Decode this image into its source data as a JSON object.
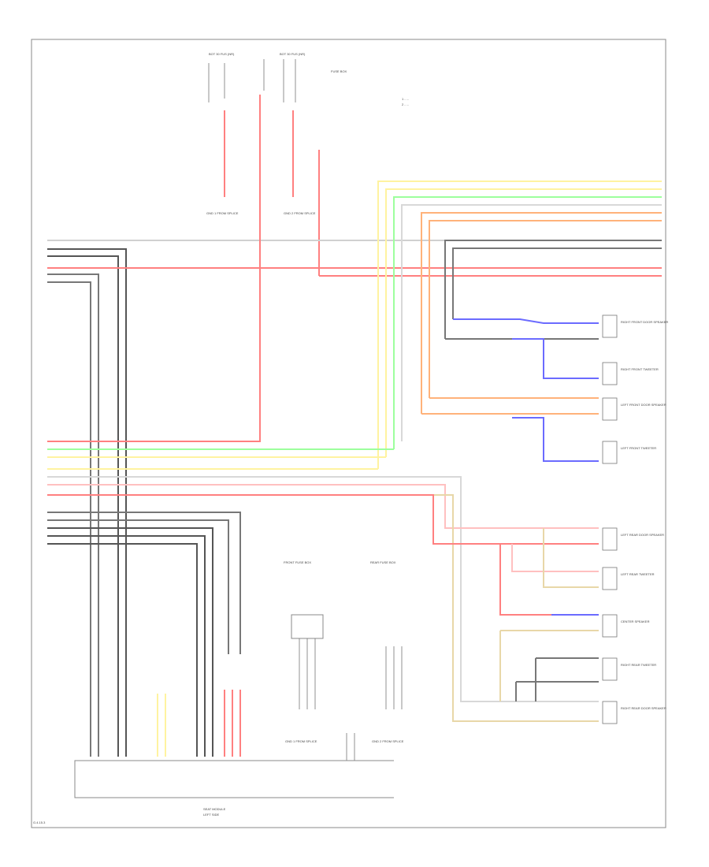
{
  "colors": {
    "red": "#ff8080",
    "yellow": "#fff3a0",
    "green": "#9dff9d",
    "orange": "#ffb27a",
    "blue": "#6b6bff",
    "gray": "#9a9a9a",
    "dark": "#555555",
    "tan": "#e8d7a8",
    "pink": "#ffc0c0",
    "lightgray": "#d8d8d8"
  },
  "labels": {
    "top_left_conn": "BOT 30 FUS (NR)",
    "top_mid_conn": "BOT 30 FUS (NR)",
    "top_right_note": "FUSE BOX",
    "legend_line1": "1 - ...",
    "legend_line2": "2 - ...",
    "gnd1": "GND 1 FROM SPLICE",
    "gnd2": "GND 2 FROM SPLICE",
    "mid_box1": "FRONT FUSE BOX",
    "mid_box2": "REAR FUSE BOX",
    "bottom_gnd1": "GND 1 FROM SPLICE",
    "bottom_gnd2": "GND 2 FROM SPLICE",
    "module": "SEAT MODULE",
    "module_sub": "LEFT SIDE",
    "footer": "G.4.15.3"
  },
  "speakers": [
    {
      "label": "RIGHT FRONT DOOR SPEAKER"
    },
    {
      "label": "RIGHT FRONT TWEETER"
    },
    {
      "label": "LEFT FRONT DOOR SPEAKER"
    },
    {
      "label": "LEFT FRONT TWEETER"
    },
    {
      "label": "LEFT REAR DOOR SPEAKER"
    },
    {
      "label": "LEFT REAR TWEETER"
    },
    {
      "label": "CENTER SPEAKER"
    },
    {
      "label": "RIGHT REAR TWEETER"
    },
    {
      "label": "RIGHT REAR DOOR SPEAKER"
    }
  ]
}
